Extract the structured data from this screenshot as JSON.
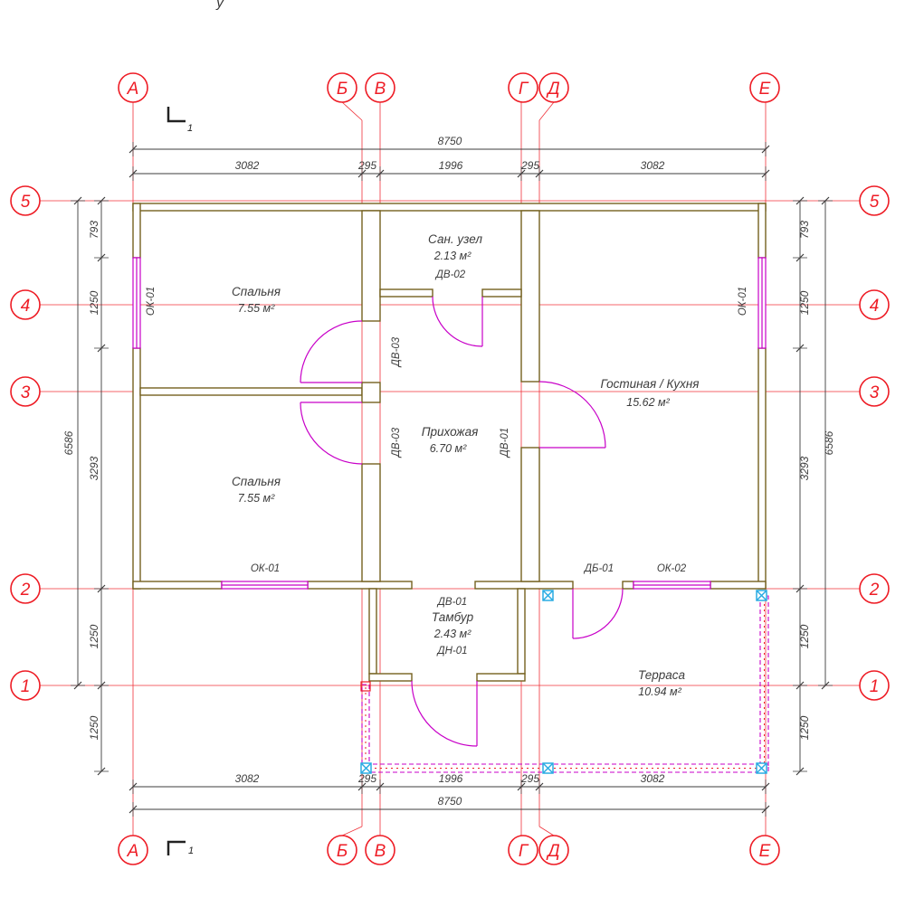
{
  "fragment_top": "у",
  "colors": {
    "axis_red": "#ee1c25",
    "wall_brown": "#74601e",
    "opening_magenta": "#c800c8",
    "post_blue": "#29abe2",
    "dim_gray": "#3c3c3c"
  },
  "axis_letters": [
    "А",
    "Б",
    "В",
    "Г",
    "Д",
    "Е"
  ],
  "axis_numbers": [
    "5",
    "4",
    "3",
    "2",
    "1"
  ],
  "section_mark": "1",
  "dims": {
    "overall_width": "8750",
    "width_segments": [
      "3082",
      "295",
      "1996",
      "295",
      "3082"
    ],
    "overall_height": "6586",
    "height_segments": [
      "793",
      "1250",
      "3293",
      "1250",
      "1250"
    ]
  },
  "rooms": {
    "bedroom_top": {
      "name": "Спальня",
      "area": "7.55 м²"
    },
    "sanuzel": {
      "name": "Сан. узел",
      "area": "2.13 м²"
    },
    "bedroom_bottom": {
      "name": "Спальня",
      "area": "7.55 м²"
    },
    "hallway": {
      "name": "Прихожая",
      "area": "6.70 м²"
    },
    "living": {
      "name": "Гостиная / Кухня",
      "area": "15.62 м²"
    },
    "tambour": {
      "name": "Тамбур",
      "area": "2.43 м²"
    },
    "terrace": {
      "name": "Терраса",
      "area": "10.94 м²"
    }
  },
  "openings": {
    "ok01": "ОК-01",
    "ok02": "ОК-02",
    "db01": "ДБ-01",
    "dv01": "ДВ-01",
    "dv02": "ДВ-02",
    "dv03": "ДВ-03",
    "dn01": "ДН-01"
  }
}
